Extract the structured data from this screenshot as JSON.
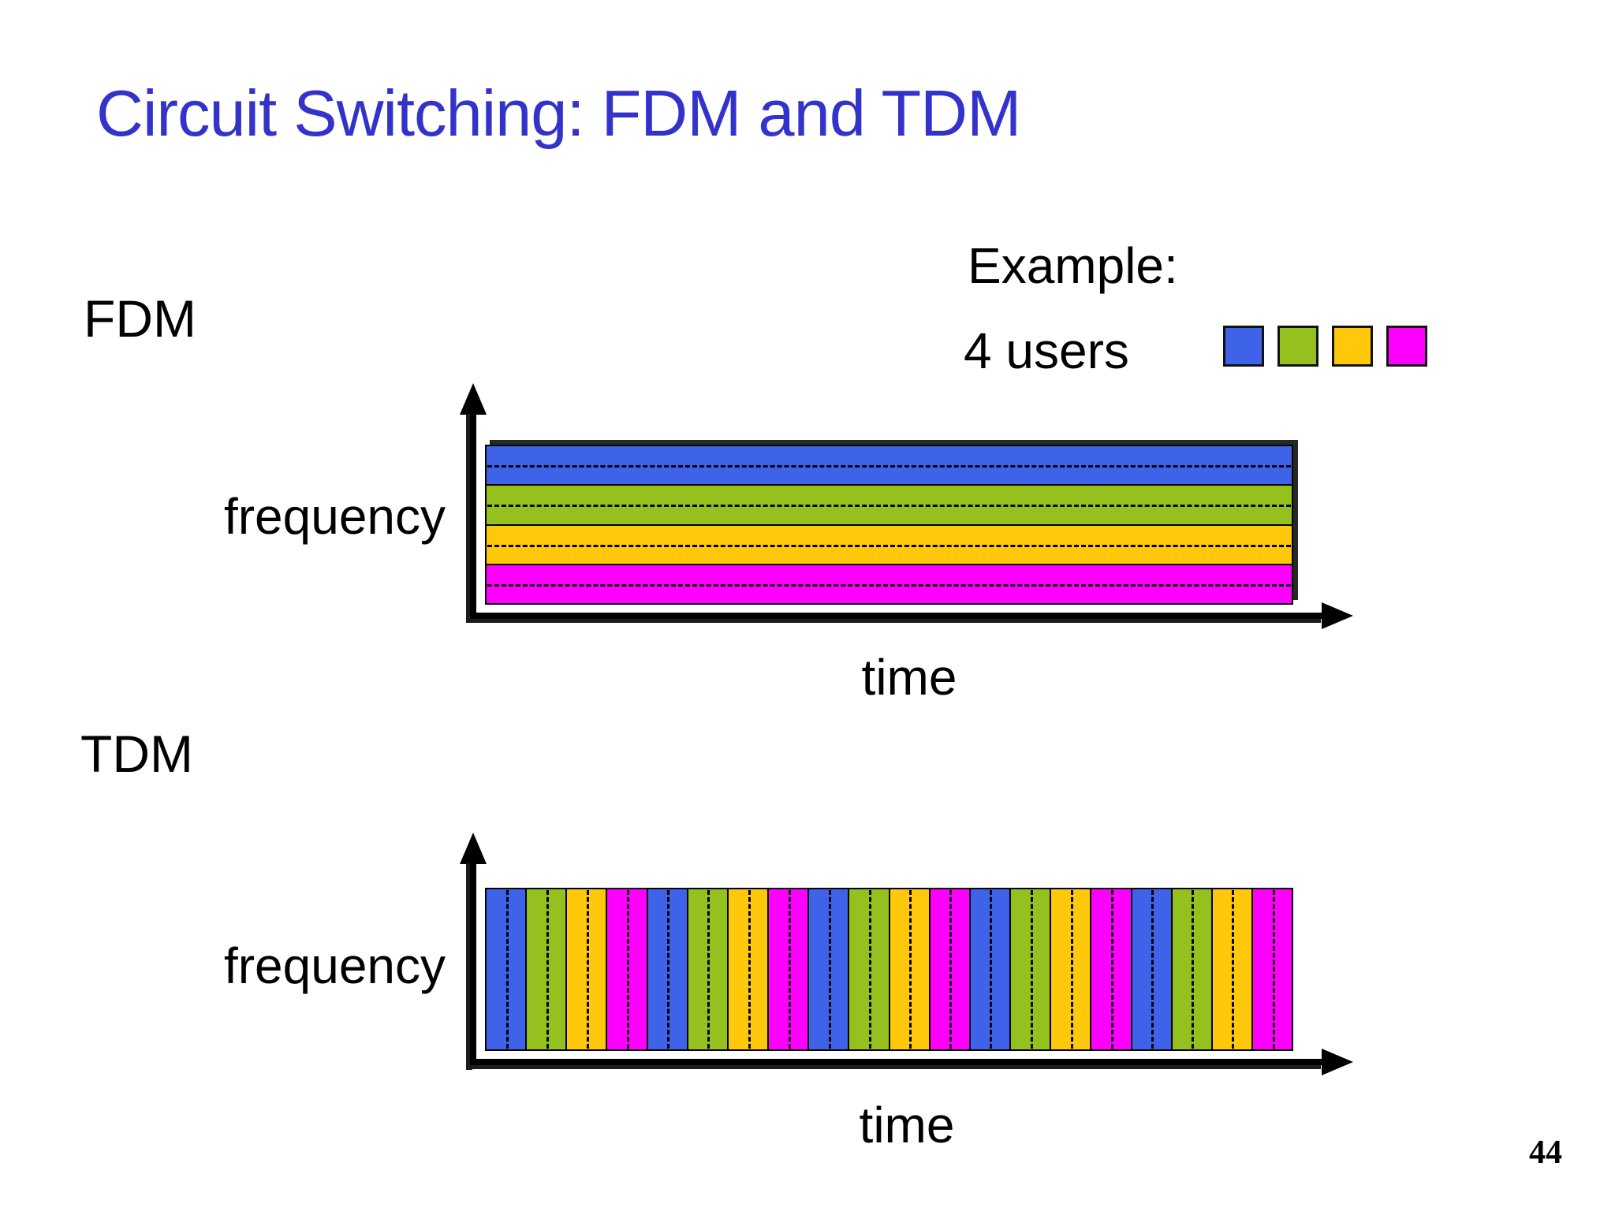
{
  "slide": {
    "title": "Circuit Switching: FDM and TDM",
    "title_color": "#3333CC",
    "background_color": "#FFFFFF",
    "page_number": "44"
  },
  "example": {
    "heading": "Example:",
    "users_label": "4 users"
  },
  "users": {
    "legend": [
      {
        "name": "user-1-blue",
        "color": "#3E63E9"
      },
      {
        "name": "user-2-green",
        "color": "#95C11F"
      },
      {
        "name": "user-3-yellow",
        "color": "#FFC80A"
      },
      {
        "name": "user-4-magenta",
        "color": "#FF00FF"
      }
    ]
  },
  "fdm_diagram": {
    "label": "FDM",
    "frequency_axis_label": "frequency",
    "time_axis_label": "time",
    "band_user_order_top_to_bottom": [
      1,
      2,
      3,
      4
    ]
  },
  "tdm_diagram": {
    "label": "TDM",
    "frequency_axis_label": "frequency",
    "time_axis_label": "time",
    "slot_user_order": [
      1,
      2,
      3,
      4
    ],
    "slot_cycles": 5,
    "total_slots": 20
  }
}
